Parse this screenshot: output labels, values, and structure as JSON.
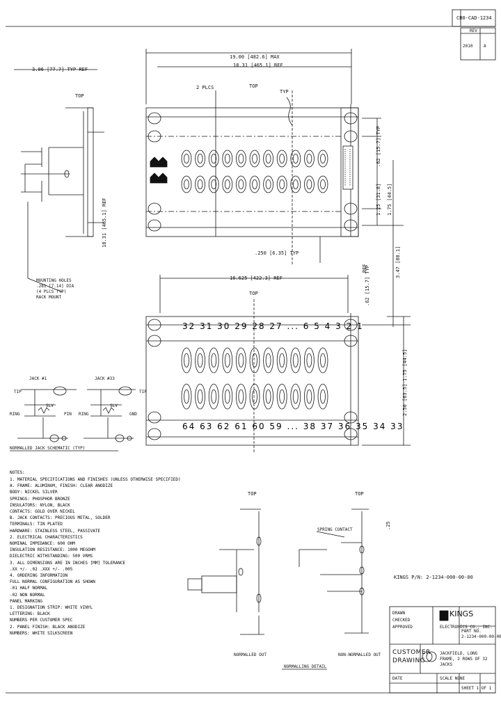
{
  "title_block": {
    "doc_number_top": "CB0-CAD-1234",
    "revision_letter": "REV",
    "revision_value": "A",
    "rev_date": "DATE",
    "rev_code": "2010",
    "company_name": "KINGS",
    "company_sub": "ELECTRONICS CO., INC.",
    "customer_drawing": "CUSTOMER DRAWING",
    "drawing_title": "JACKFIELD, LONG FRAME, 2 ROWS OF 32 JACKS",
    "part_number_label": "PART NO.",
    "part_number": "2-1234-000-00-00",
    "sheet": "SHEET 1 OF 1",
    "scale": "SCALE NONE",
    "drawn_by": "DRAWN",
    "checked_by": "CHECKED",
    "approved_by": "APPROVED"
  },
  "part_caption": "KINGS P/N: 2-1234-000-00-00",
  "dims": {
    "overall_max": "19.00 [482.6] MAX",
    "overall_ref": "18.31 [465.1] REF",
    "side_depth": "3.06 [77.7] TYP REF",
    "hole_spacing": "2 PLCS",
    "left_typ": "TYP",
    "front_dim": ".250 [6.35] TYP",
    "jack_pitch": "16.625 [422.3] REF",
    "right_a": ".62 [15.7] TYP",
    "right_b": "1.25 [31.8]",
    "right_c": "1.75 [44.5]",
    "panel_height": "3.47 [88.1]",
    "rear_label_ref": "REF",
    "rear_height": "1.75 [44.5]",
    "rear_width": "2.50 [63.5]",
    "rear_small": ".25"
  },
  "views": {
    "side_label": "TOP",
    "front_label": "TOP",
    "rear_label": "TOP",
    "detail_left_label": "TOP",
    "detail_right_label": "TOP",
    "mounting_caption": "MOUNTING HOLES\n.281 [7.14] DIA\n(4 PLCS TYP)\nRACK MOUNT",
    "schematic_title": "NORMALLED JACK SCHEMATIC (TYP)",
    "schematic_a": "JACK #1",
    "schematic_b": "JACK #33",
    "sch_tip": "TIP",
    "sch_ring": "RING",
    "sch_sleeve": "SLV",
    "sch_pin": "PIN",
    "sch_gnd": "GND",
    "detail_caption": "NORMALLING DETAIL",
    "detail_left_bottom": "NORMALLED OUT",
    "detail_right_bottom": "NON-NORMALLED OUT",
    "detail_spring": "SPRING CONTACT"
  },
  "jack_numbers": {
    "rear_top": "32 31 30 29 28 27 ... 6 5 4 3 2 1",
    "rear_bottom": "64 63 62 61 60 59 ... 38 37 36 35 34 33"
  },
  "notes": {
    "heading": "NOTES:",
    "lines": [
      "1. MATERIAL SPECIFICATIONS AND FINISHES (UNLESS OTHERWISE SPECIFIED)",
      "   A. FRAME: ALUMINUM, FINISH: CLEAR ANODIZE",
      "      BODY: NICKEL SILVER",
      "      SPRINGS: PHOSPHOR BRONZE",
      "      INSULATORS: NYLON, BLACK",
      "      CONTACTS: GOLD OVER NICKEL",
      "   B. JACK CONTACTS: PRECIOUS METAL, SOLDER",
      "                     TERMINALS: TIN PLATED",
      "      HARDWARE: STAINLESS STEEL, PASSIVATE",
      "2. ELECTRICAL CHARACTERISTICS",
      "   NOMINAL IMPEDANCE: 600 OHM",
      "   INSULATION RESISTANCE: 1000 MEGOHM",
      "   DIELECTRIC WITHSTANDING: 500 VRMS",
      "3. ALL DIMENSIONS ARE IN INCHES [MM] TOLERANCE",
      "   .XX +/- .02  .XXX +/- .005",
      "4. ORDERING INFORMATION",
      "   FULL NORMAL CONFIGURATION AS SHOWN",
      "   -01  HALF NORMAL",
      "   -02  NON NORMAL",
      "PANEL MARKING",
      "1. DESIGNATION STRIP: WHITE VINYL",
      "   LETTERING: BLACK",
      "   NUMBERS PER CUSTOMER SPEC",
      "2. PANEL FINISH: BLACK ANODIZE",
      "   NUMBERS: WHITE SILKSCREEN"
    ]
  }
}
